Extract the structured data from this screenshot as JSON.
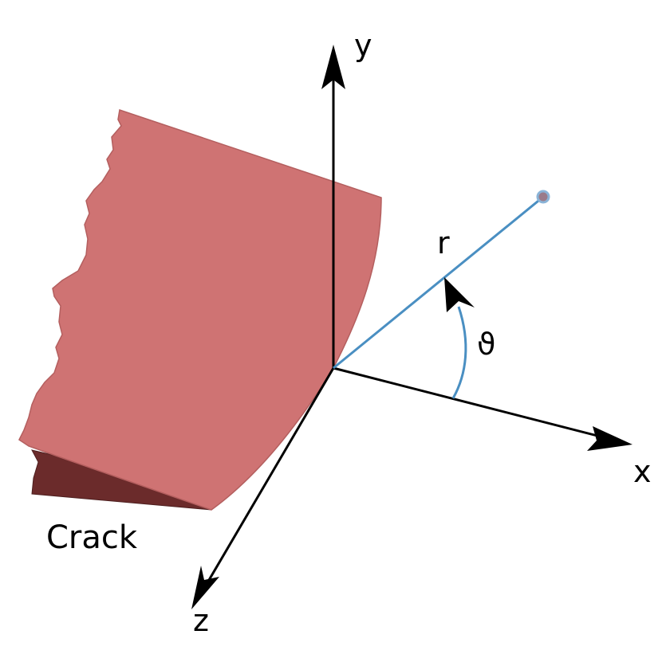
{
  "labels": {
    "y_axis": "y",
    "x_axis": "x",
    "z_axis": "z",
    "radius": "r",
    "angle": "ϑ",
    "crack": "Crack"
  },
  "colors": {
    "crack_face": "#cf7373",
    "crack_edge": "#b45f5f",
    "crack_underside": "#6b2b2b",
    "radius_line": "#4a8fc2",
    "point_fill": "#9a7b8a",
    "axis": "#000000"
  }
}
